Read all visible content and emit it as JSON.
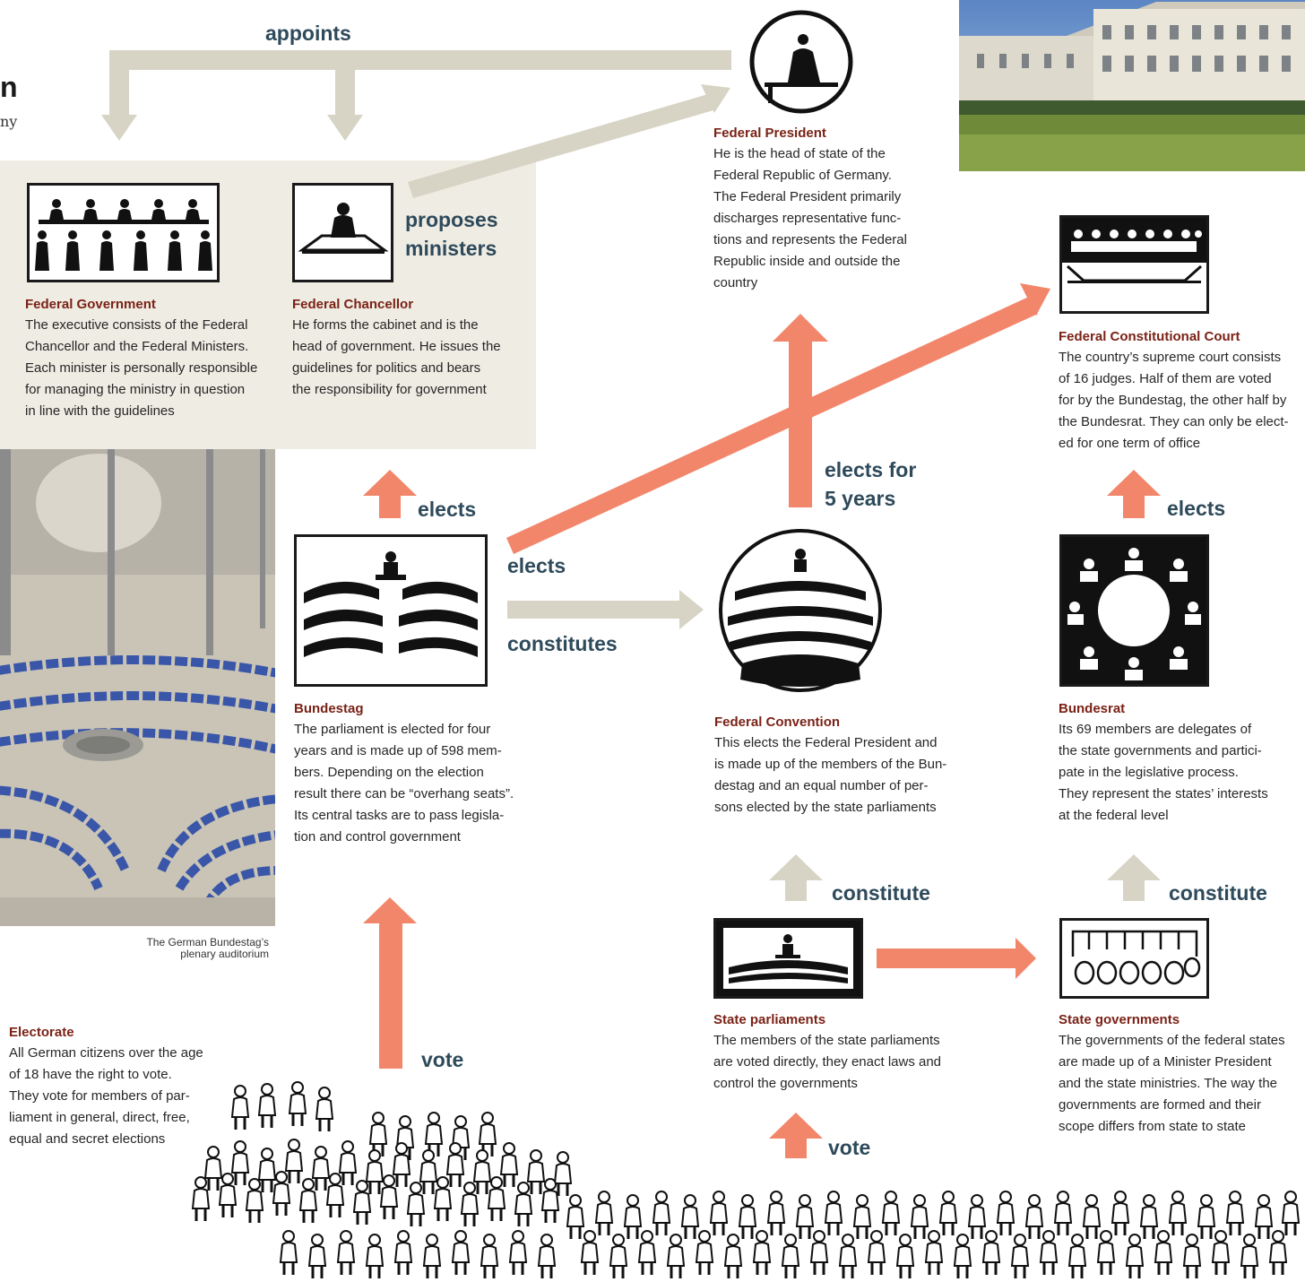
{
  "header": {
    "title_fragment": "n",
    "subtitle_fragment": "ny"
  },
  "arrow_labels": {
    "appoints": "appoints",
    "proposes": "proposes",
    "ministers": "ministers",
    "elects_gov": "elects",
    "elects_court_line": "elects",
    "constitutes": "constitutes",
    "elects_for": "elects for",
    "five_years": "5 years",
    "elects_bundesrat": "elects",
    "constitute_left": "constitute",
    "constitute_right": "constitute",
    "vote_left": "vote",
    "vote_right": "vote"
  },
  "nodes": {
    "federal_government": {
      "title": "Federal Government",
      "desc": [
        "The executive consists of the Federal",
        "Chancellor and the Federal Ministers.",
        "Each minister is personally responsible",
        "for managing the ministry in question",
        "in line with the guidelines"
      ]
    },
    "federal_chancellor": {
      "title": "Federal Chancellor",
      "desc": [
        "He forms the cabinet and is the",
        "head of government. He issues the",
        "guidelines for politics and bears",
        "the responsibility for government"
      ]
    },
    "federal_president": {
      "title": "Federal President",
      "desc": [
        "He is the head of state of the",
        "Federal Republic of Germany.",
        "The Federal President primarily",
        "discharges representative func-",
        "tions and represents the Federal",
        "Republic inside and outside the",
        "country"
      ]
    },
    "constitutional_court": {
      "title": "Federal Constitutional Court",
      "desc": [
        "The country’s supreme court consists",
        "of 16 judges. Half of them are voted",
        "for by the Bundestag, the other half by",
        "the Bundesrat. They can only be elect-",
        "ed for one term of office"
      ]
    },
    "bundestag": {
      "title": "Bundestag",
      "desc": [
        "The parliament is elected for four",
        "years and is made up of 598 mem-",
        "bers. Depending on the election",
        "result there can be “overhang seats”.",
        "Its central tasks are to pass legisla-",
        "tion and control government"
      ]
    },
    "federal_convention": {
      "title": "Federal Convention",
      "desc": [
        "This elects the Federal President and",
        "is made up of the members of the Bun-",
        "destag and an equal number of per-",
        "sons elected by the state parliaments"
      ]
    },
    "bundesrat": {
      "title": "Bundesrat",
      "desc": [
        "Its 69 members are delegates of",
        "the state governments and partici-",
        "pate in the legislative process.",
        "They represent the states’ interests",
        "at the federal level"
      ]
    },
    "state_parliaments": {
      "title": "State parliaments",
      "desc": [
        "The members of the state parliaments",
        "are voted directly, they enact laws and",
        "control the governments"
      ]
    },
    "state_governments": {
      "title": "State governments",
      "desc": [
        "The governments of the federal states",
        "are made up of a Minister President",
        "and the state ministries. The way the",
        "governments are formed and their",
        "scope differs from state to state"
      ]
    },
    "electorate": {
      "title": "Electorate",
      "desc": [
        "All German citizens over the age",
        "of 18 have the right to vote.",
        "They vote for members of par-",
        "liament in general, direct, free,",
        "equal and secret elections"
      ]
    }
  },
  "photo_caption": [
    "The German Bundestag’s",
    "plenary auditorium"
  ],
  "colors": {
    "salmon_arrow": "#f2866a",
    "grey_arrow": "#d7d4c5",
    "panel_bg": "#efece3",
    "title_color": "#7a2216",
    "label_color": "#2e4a5b"
  }
}
